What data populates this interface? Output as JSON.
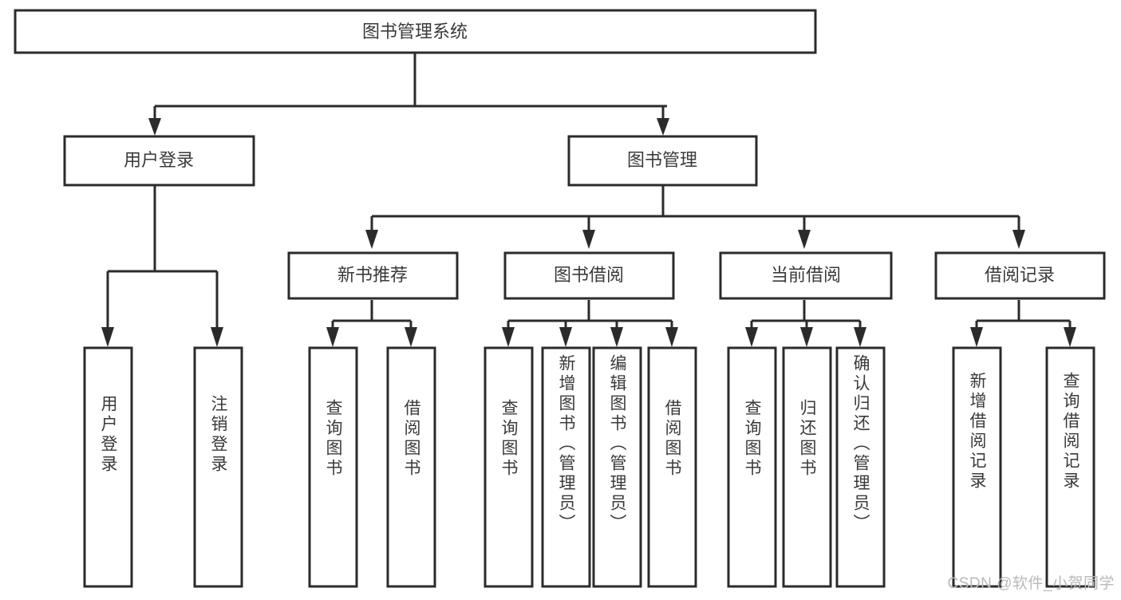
{
  "diagram": {
    "type": "tree",
    "title": "图书管理系统",
    "orientation": "top-down",
    "root": {
      "id": "root",
      "label": "图书管理系统",
      "text_direction": "horizontal"
    },
    "level2": [
      {
        "id": "user-login",
        "label": "用户登录",
        "text_direction": "horizontal"
      },
      {
        "id": "book-manage",
        "label": "图书管理",
        "text_direction": "horizontal"
      }
    ],
    "level3": [
      {
        "id": "new-book-recommend",
        "label": "新书推荐",
        "text_direction": "horizontal",
        "parent": "book-manage"
      },
      {
        "id": "book-borrow",
        "label": "图书借阅",
        "text_direction": "horizontal",
        "parent": "book-manage"
      },
      {
        "id": "current-borrow",
        "label": "当前借阅",
        "text_direction": "horizontal",
        "parent": "book-manage"
      },
      {
        "id": "borrow-record",
        "label": "借阅记录",
        "text_direction": "horizontal",
        "parent": "book-manage"
      }
    ],
    "leaves": [
      {
        "id": "leaf-user-login",
        "label": "用户登录",
        "text_direction": "vertical",
        "parent": "user-login"
      },
      {
        "id": "leaf-logout-login",
        "label": "注销登录",
        "text_direction": "vertical",
        "parent": "user-login"
      },
      {
        "id": "leaf-query-book-1",
        "label": "查询图书",
        "text_direction": "vertical",
        "parent": "new-book-recommend"
      },
      {
        "id": "leaf-borrow-book-1",
        "label": "借阅图书",
        "text_direction": "vertical",
        "parent": "new-book-recommend"
      },
      {
        "id": "leaf-query-book-2",
        "label": "查询图书",
        "text_direction": "vertical",
        "parent": "book-borrow"
      },
      {
        "id": "leaf-add-book",
        "label": "新增图书（管理员）",
        "text_direction": "vertical",
        "parent": "book-borrow"
      },
      {
        "id": "leaf-edit-book",
        "label": "编辑图书（管理员）",
        "text_direction": "vertical",
        "parent": "book-borrow"
      },
      {
        "id": "leaf-borrow-book-2",
        "label": "借阅图书",
        "text_direction": "vertical",
        "parent": "book-borrow"
      },
      {
        "id": "leaf-query-book-3",
        "label": "查询图书",
        "text_direction": "vertical",
        "parent": "current-borrow"
      },
      {
        "id": "leaf-return-book",
        "label": "归还图书",
        "text_direction": "vertical",
        "parent": "current-borrow"
      },
      {
        "id": "leaf-confirm-return",
        "label": "确认归还（管理员）",
        "text_direction": "vertical",
        "parent": "current-borrow"
      },
      {
        "id": "leaf-add-record",
        "label": "新增借阅记录",
        "text_direction": "vertical",
        "parent": "borrow-record"
      },
      {
        "id": "leaf-query-record",
        "label": "查询借阅记录",
        "text_direction": "vertical",
        "parent": "borrow-record"
      }
    ],
    "colors": {
      "stroke": "#2b2b2b",
      "fill": "#ffffff",
      "text": "#3a3a3a",
      "watermark": "#b9b9b9"
    }
  },
  "watermark": {
    "text": "CSDN @软件_小贺同学"
  }
}
